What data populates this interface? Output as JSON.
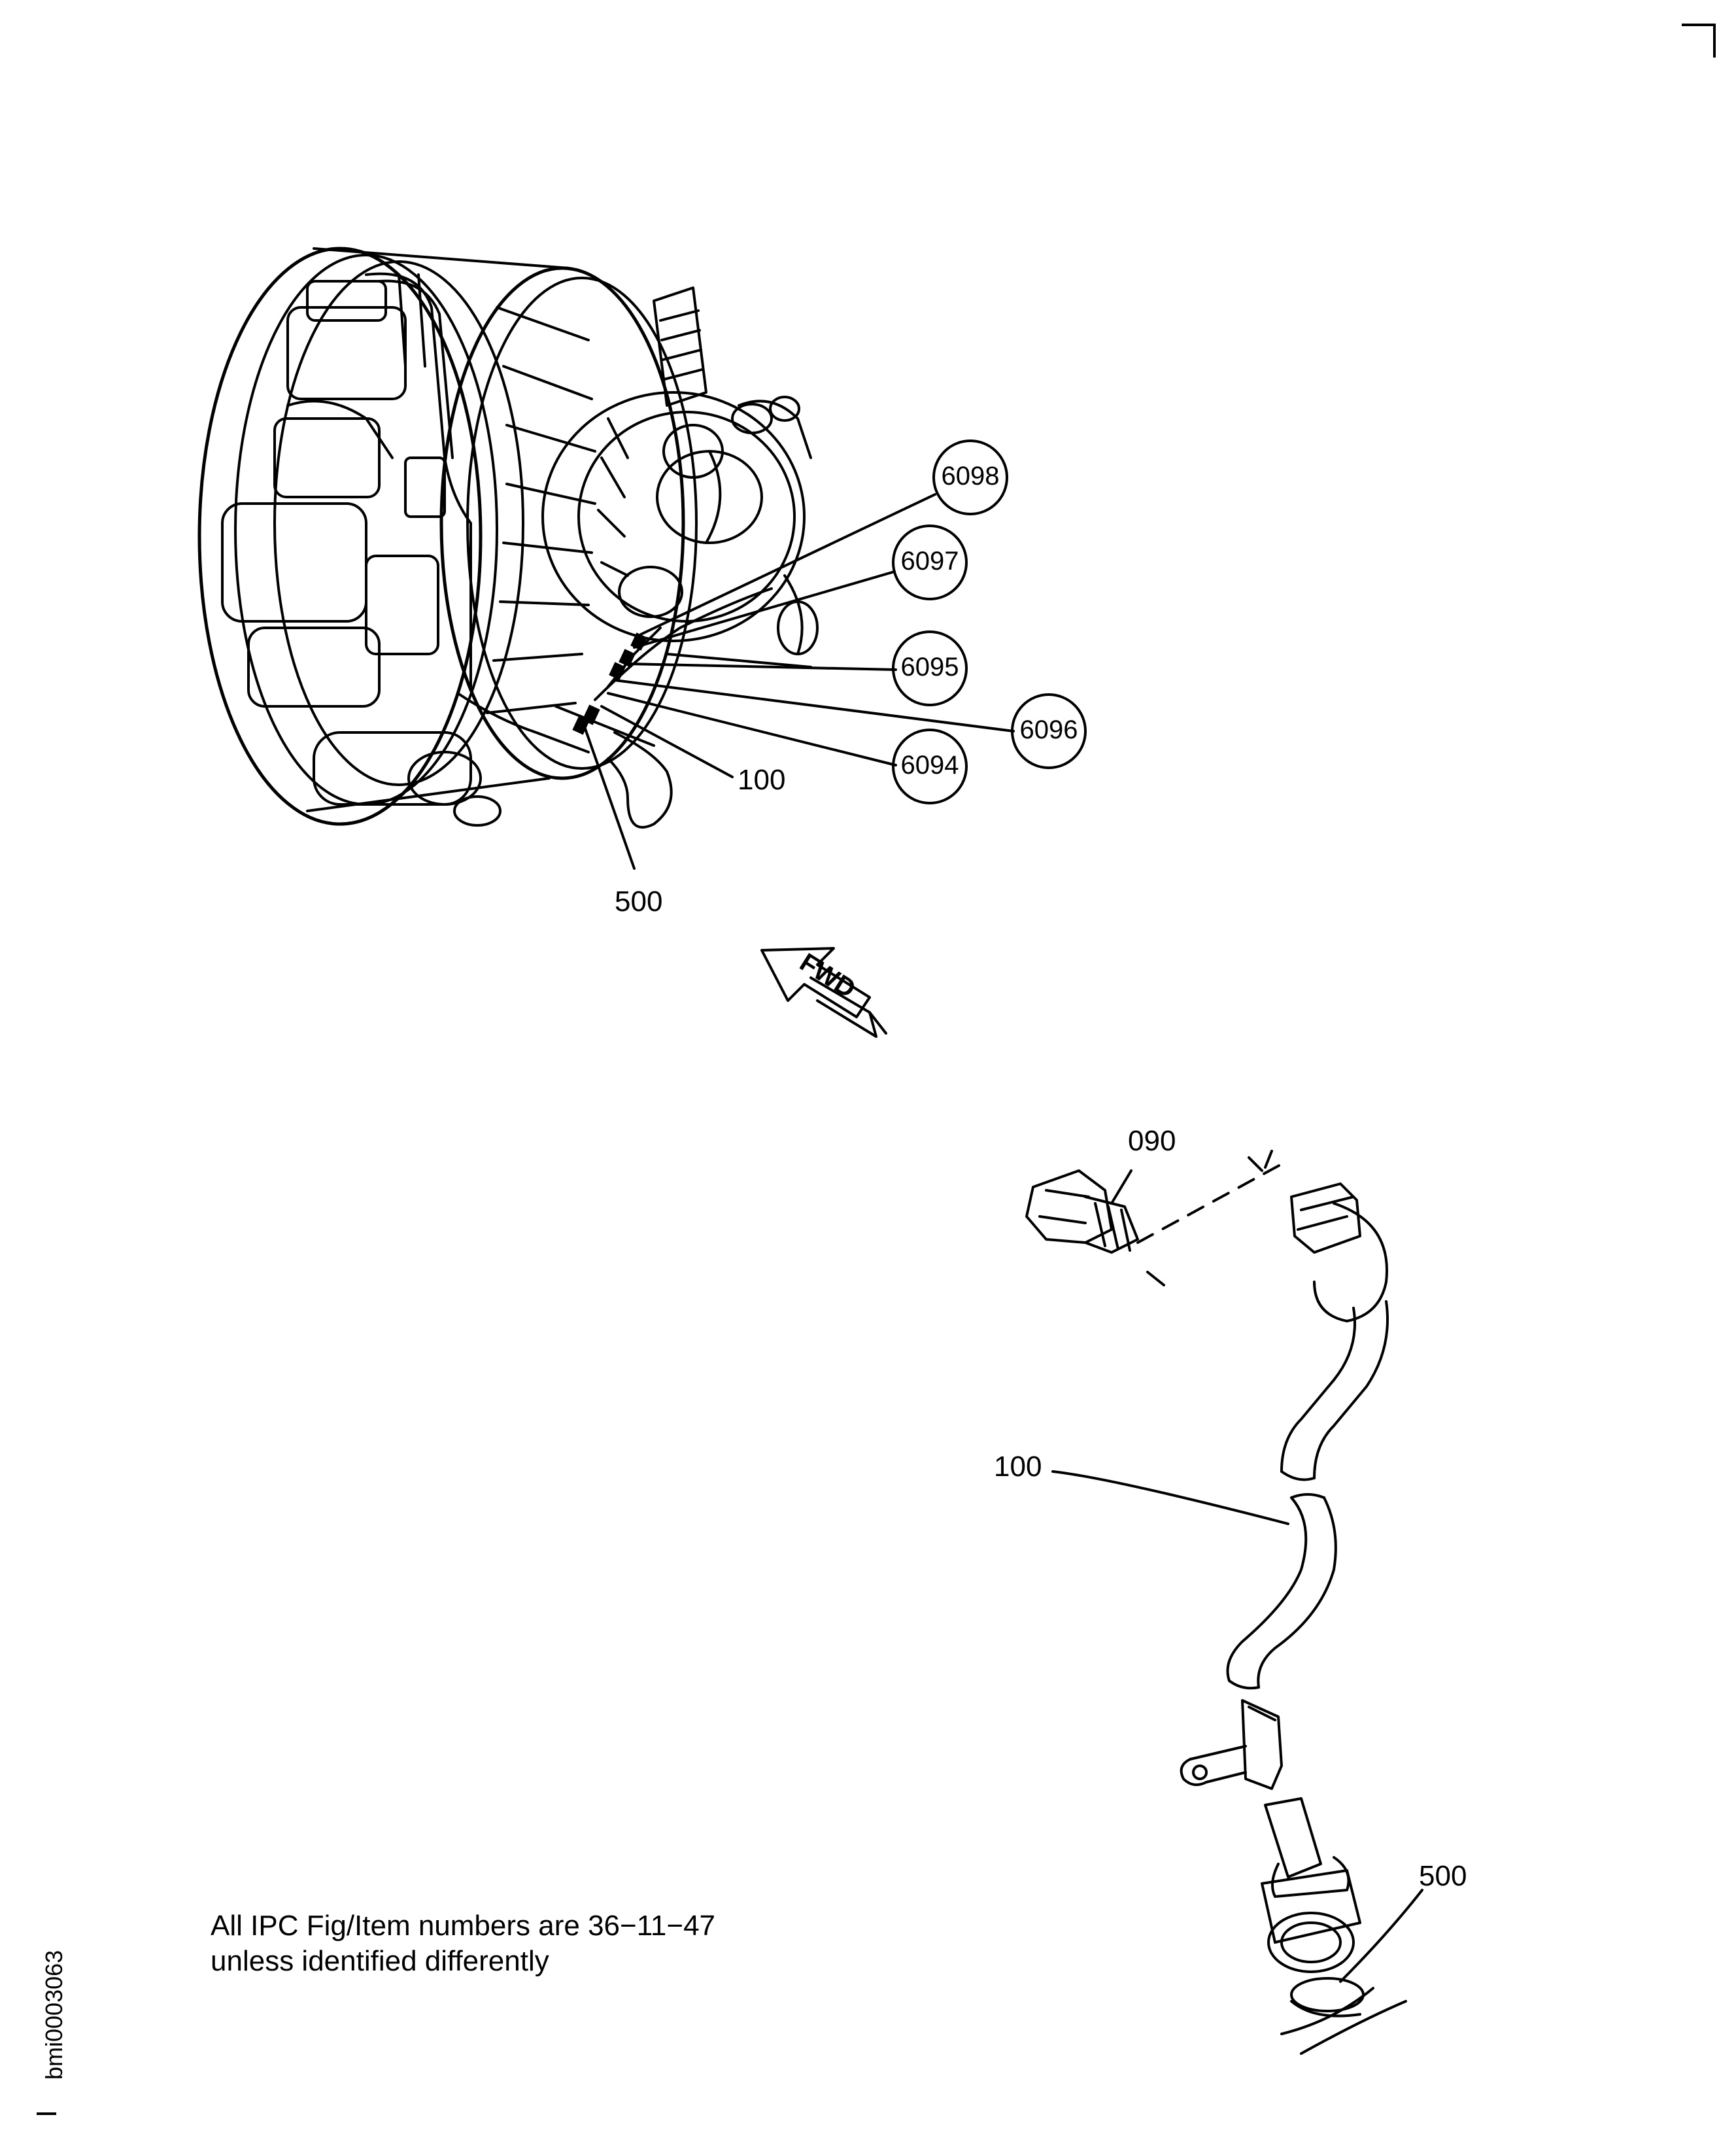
{
  "callouts": {
    "c6098": "6098",
    "c6097": "6097",
    "c6095": "6095",
    "c6096": "6096",
    "c6094": "6094",
    "c100_top": "100",
    "c500_top": "500",
    "c090": "090",
    "c100_bottom": "100",
    "c500_bottom": "500"
  },
  "fwd_label": "FWD",
  "note": {
    "line1": "All IPC Fig/Item numbers are 36−11−47",
    "line2": "unless identified differently"
  },
  "drawing_id": "bmi0003063",
  "colors": {
    "line": "#000000",
    "background": "#ffffff"
  }
}
